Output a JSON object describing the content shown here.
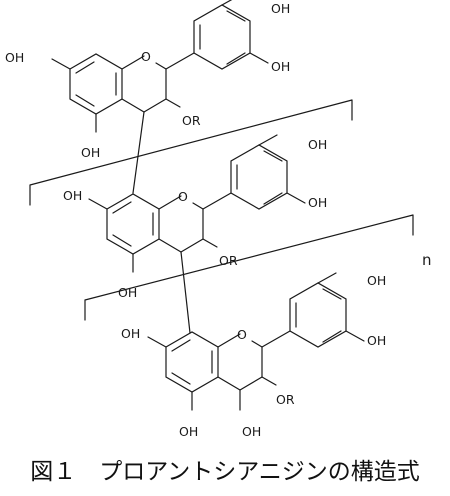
{
  "molecule": {
    "upper_unit": {
      "hydroxyl_a": "OH",
      "hydroxyl_b": "OH",
      "hydroxyl_c": "OH",
      "hydroxyl_d": "OH",
      "substituent": "OR",
      "ring_oxygen": "O"
    },
    "middle_unit": {
      "hydroxyl_a": "OH",
      "hydroxyl_b": "OH",
      "hydroxyl_c": "OH",
      "hydroxyl_d": "OH",
      "substituent": "OR",
      "ring_oxygen": "O"
    },
    "lower_unit": {
      "hydroxyl_a": "OH",
      "hydroxyl_b": "OH",
      "hydroxyl_c": "OH",
      "hydroxyl_d": "OH",
      "hydroxyl_e": "OH",
      "substituent": "OR",
      "ring_oxygen": "O"
    },
    "repeat_index": "n"
  },
  "caption": "図１　プロアントシアニジンの構造式"
}
